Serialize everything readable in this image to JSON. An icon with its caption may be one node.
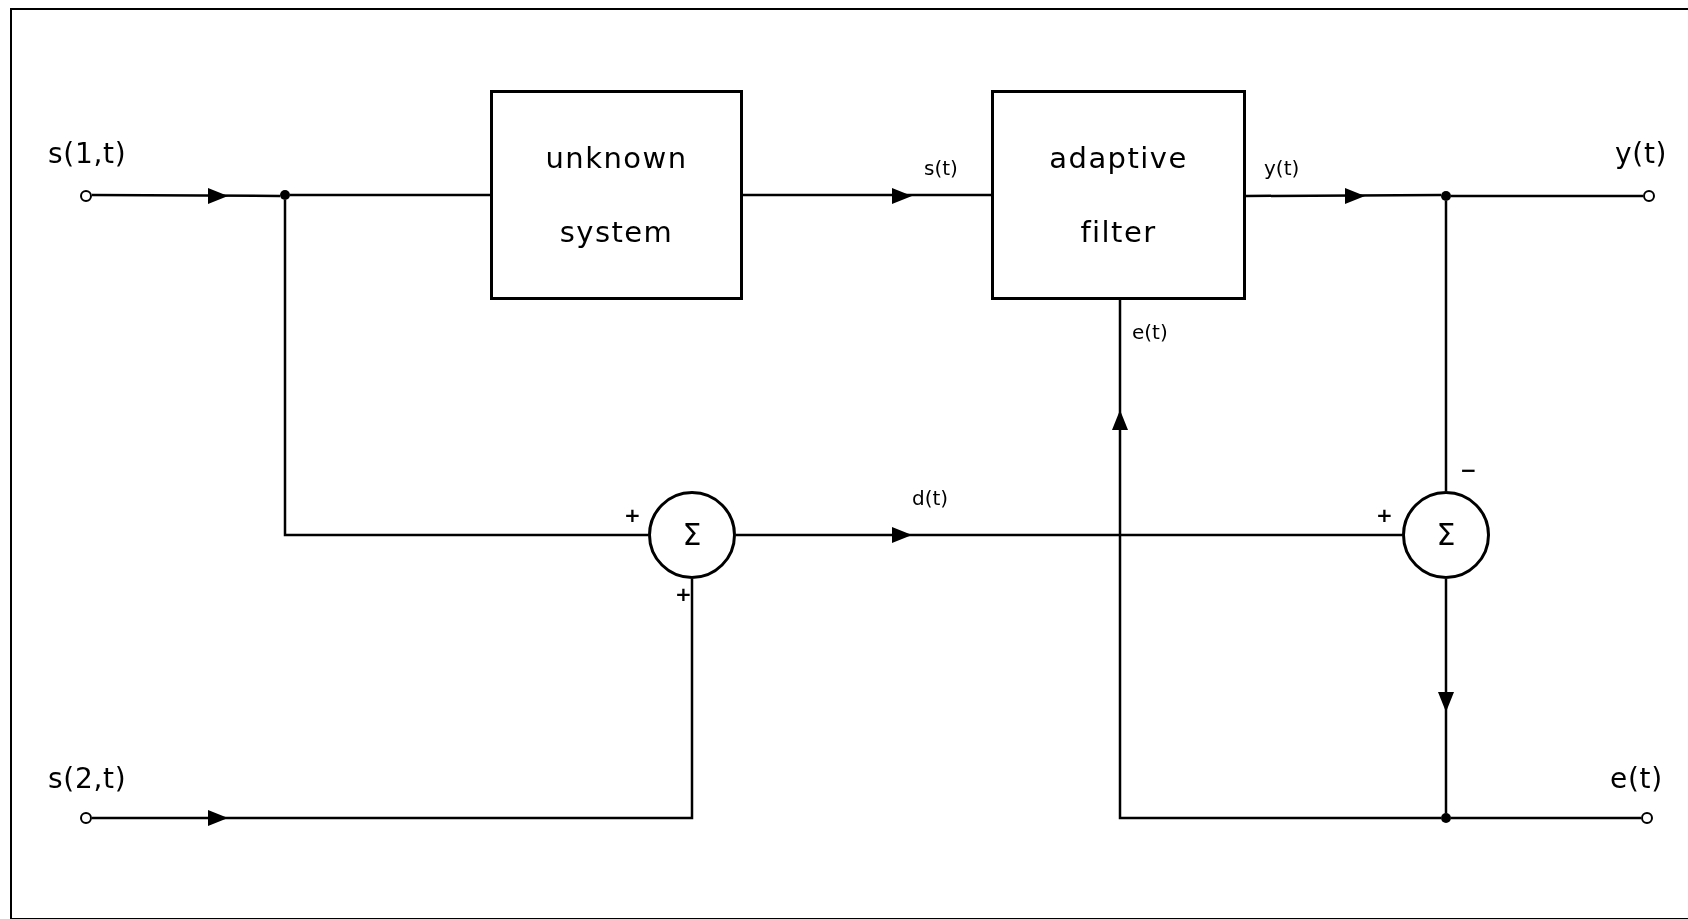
{
  "diagram": {
    "nodes": [
      {
        "text": [],
        "shape": "circle",
        "beside": [
          "s(1,t)"
        ]
      },
      {
        "text": [],
        "shape": "circle"
      },
      {
        "text": [
          "unknown system"
        ]
      },
      {
        "text": [
          "adaptive filter"
        ]
      },
      {
        "text": [],
        "shape": "circle"
      },
      {
        "text": [],
        "shape": "circle",
        "beside": [
          "y(t)"
        ]
      },
      {
        "text": [
          "Σ"
        ]
      },
      {
        "text": [
          "Σ"
        ]
      },
      {
        "text": [],
        "shape": "circle",
        "beside": [
          "s(2,t)"
        ]
      },
      {
        "text": [],
        "shape": "circle",
        "beside": [
          "e(t)"
        ]
      },
      {
        "text": [],
        "shape": "circle"
      }
    ],
    "edges": [
      {
        "from": 0,
        "to": 1,
        "arrow": "to"
      },
      {
        "from": 1,
        "to": 2,
        "arrow": "none"
      },
      {
        "from": 2,
        "to": 3,
        "arrow": "to",
        "label": "s(t)"
      },
      {
        "from": 3,
        "to": 4,
        "arrow": "to",
        "label": "y(t)"
      },
      {
        "from": 4,
        "to": 5,
        "arrow": "none"
      },
      {
        "from": 1,
        "to": 6,
        "arrow": "none"
      },
      {
        "from": 8,
        "to": 6,
        "arrow": "to"
      },
      {
        "from": 6,
        "to": 7,
        "arrow": "to",
        "label": "d(t)"
      },
      {
        "from": 4,
        "to": 7,
        "arrow": "none"
      },
      {
        "from": 7,
        "to": 10,
        "arrow": "to"
      },
      {
        "from": 10,
        "to": 9,
        "arrow": "none"
      },
      {
        "from": 10,
        "to": 3,
        "arrow": "to",
        "label": "e(t)"
      }
    ],
    "labels": [
      "+",
      "+",
      "+",
      "−"
    ]
  }
}
